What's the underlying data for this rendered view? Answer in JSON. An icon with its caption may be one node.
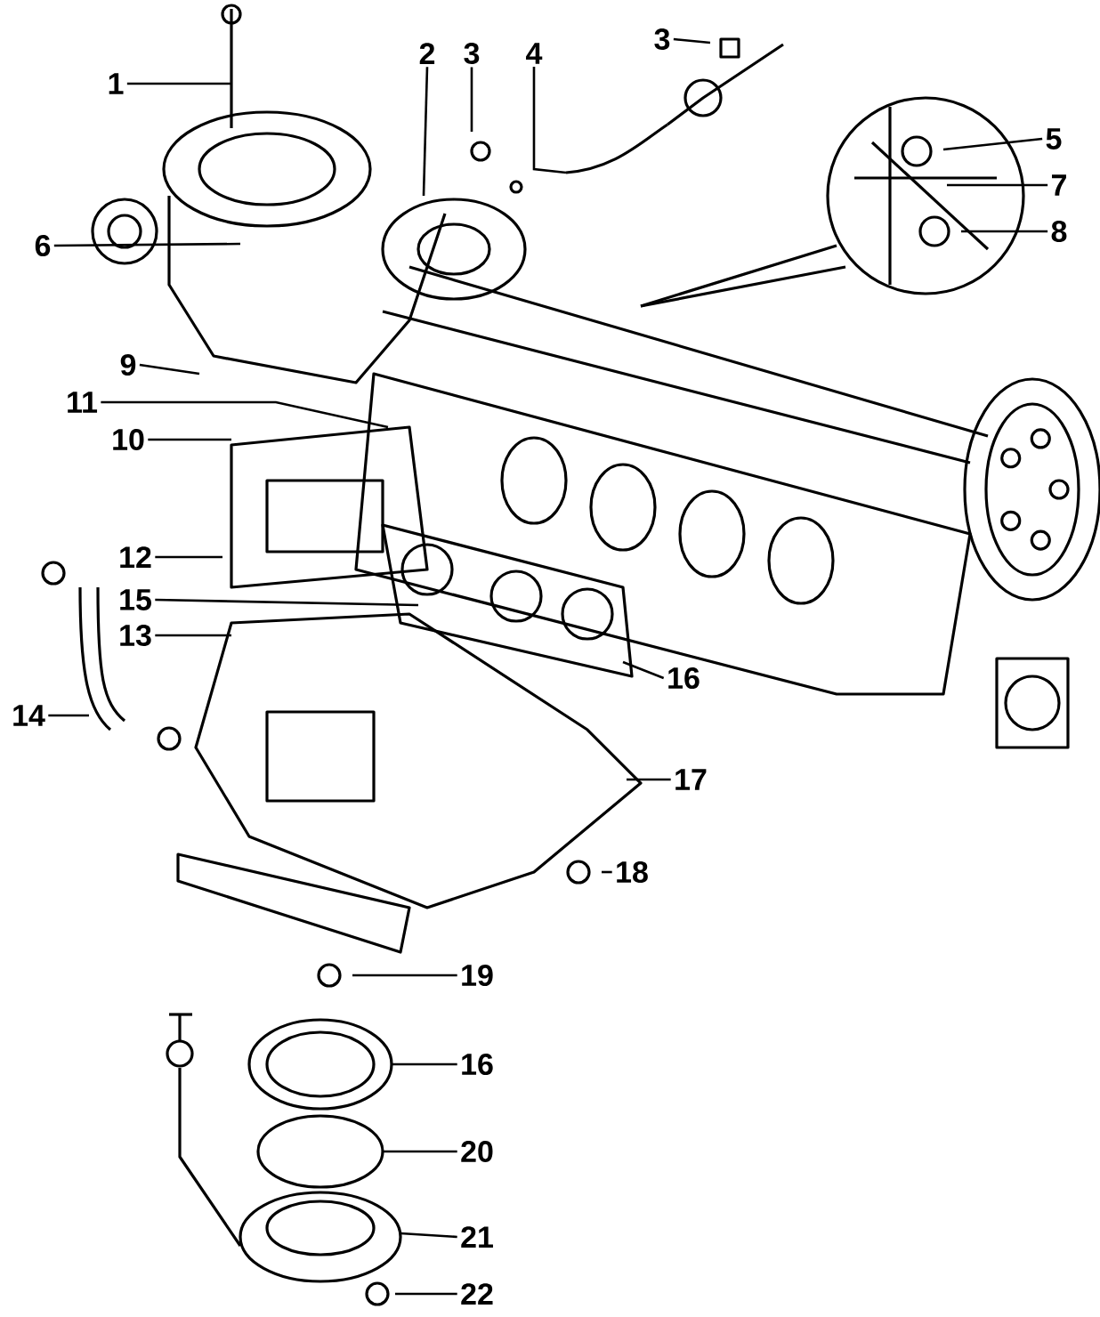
{
  "diagram": {
    "nodes": [
      {
        "text": [
          "1"
        ]
      },
      {
        "text": [
          "2"
        ]
      },
      {
        "text": [
          "3"
        ]
      },
      {
        "text": [
          "4"
        ]
      },
      {
        "text": [
          "3"
        ]
      },
      {
        "text": [
          "5"
        ]
      },
      {
        "text": [
          "7"
        ]
      },
      {
        "text": [
          "6"
        ]
      },
      {
        "text": [
          "8"
        ]
      },
      {
        "text": [
          "9"
        ]
      },
      {
        "text": [
          "11"
        ]
      },
      {
        "text": [
          "10"
        ]
      },
      {
        "text": [
          "12"
        ]
      },
      {
        "text": [
          "15"
        ]
      },
      {
        "text": [
          "13"
        ]
      },
      {
        "text": [
          "16"
        ]
      },
      {
        "text": [
          "14"
        ]
      },
      {
        "text": [
          "17"
        ]
      },
      {
        "text": [
          "18"
        ]
      },
      {
        "text": [
          "19"
        ]
      },
      {
        "text": [
          "16"
        ]
      },
      {
        "text": [
          "20"
        ]
      },
      {
        "text": [
          "21"
        ]
      },
      {
        "text": [
          "22"
        ]
      }
    ],
    "edges": [
      {
        "from": 0,
        "to": null,
        "arrow": "none"
      },
      {
        "from": 1,
        "to": null,
        "arrow": "none"
      },
      {
        "from": 2,
        "to": null,
        "arrow": "none"
      },
      {
        "from": 3,
        "to": null,
        "arrow": "none"
      },
      {
        "from": 4,
        "to": null,
        "arrow": "none"
      },
      {
        "from": 5,
        "to": null,
        "arrow": "none"
      },
      {
        "from": 6,
        "to": null,
        "arrow": "none"
      },
      {
        "from": 7,
        "to": null,
        "arrow": "none"
      },
      {
        "from": 8,
        "to": null,
        "arrow": "none"
      },
      {
        "from": 9,
        "to": null,
        "arrow": "none"
      },
      {
        "from": 10,
        "to": null,
        "arrow": "none"
      },
      {
        "from": 11,
        "to": null,
        "arrow": "none"
      },
      {
        "from": 12,
        "to": null,
        "arrow": "none"
      },
      {
        "from": 13,
        "to": null,
        "arrow": "none"
      },
      {
        "from": 14,
        "to": null,
        "arrow": "none"
      },
      {
        "from": 15,
        "to": null,
        "arrow": "none"
      },
      {
        "from": 16,
        "to": null,
        "arrow": "none"
      },
      {
        "from": 17,
        "to": null,
        "arrow": "none"
      },
      {
        "from": 18,
        "to": null,
        "arrow": "none"
      },
      {
        "from": 19,
        "to": null,
        "arrow": "none"
      },
      {
        "from": 20,
        "to": null,
        "arrow": "none"
      },
      {
        "from": 21,
        "to": null,
        "arrow": "none"
      },
      {
        "from": 22,
        "to": null,
        "arrow": "none"
      },
      {
        "from": 23,
        "to": null,
        "arrow": "none"
      }
    ]
  }
}
